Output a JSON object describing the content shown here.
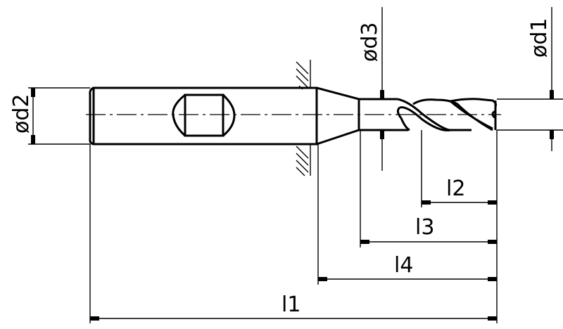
{
  "drawing": {
    "title": "End mill dimension drawing",
    "labels": {
      "d1": "ød1",
      "d2": "ød2",
      "d3": "ød3",
      "l1": "l1",
      "l2": "l2",
      "l3": "l3",
      "l4": "l4"
    },
    "line_color": "#000000",
    "background": "#ffffff"
  }
}
